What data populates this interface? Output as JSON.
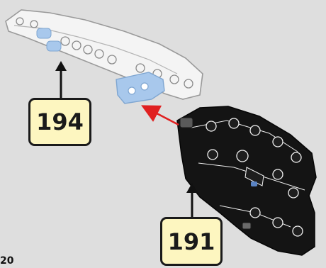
{
  "instruction_step": {
    "subassembly_callouts": [
      "194",
      "191"
    ],
    "partial_step_number": "20",
    "connection_arrow_color": "#e02020",
    "callout_fill": "#fdf6c0",
    "highlight_part_color": "#a8c8ec"
  }
}
